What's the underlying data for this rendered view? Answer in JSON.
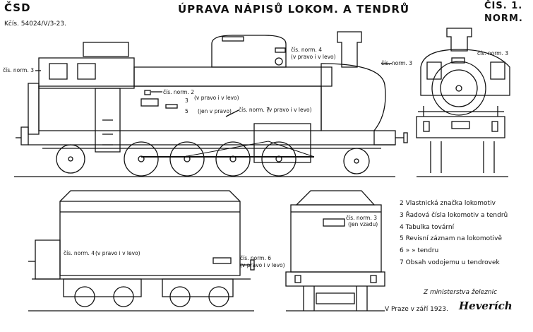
{
  "header": {
    "org": "ČSD",
    "ref": "Kčís. 54024/V/3-23.",
    "title": "ÚPRAVA NÁPISŮ LOKOM. A TENDRŮ",
    "sheet_line1": "ČIS. 1.",
    "sheet_line2": "NORM."
  },
  "locomotive_side": {
    "norm3_label": "čís. norm. 3",
    "norm4_label": "čís. norm. 4",
    "norm4_note": "(v pravo i v levo)",
    "norm2_label": "čís. norm. 2",
    "norm2_note": "(v pravo i v levo)",
    "mark3": "3",
    "mark5": "5",
    "mark5_note": "(jen v pravo)",
    "norm7_label": "čís. norm. 7",
    "norm7_note": "(v pravo i v levo)"
  },
  "locomotive_front": {
    "norm3_label": "čís. norm. 3"
  },
  "tender_side": {
    "norm4_label": "čís. norm. 4",
    "norm4_note": "(v pravo i v levo)",
    "norm6_label": "čís. norm. 6",
    "norm6_note": "(v pravo i v levo)"
  },
  "tender_rear": {
    "norm3_label": "čís. norm. 3",
    "norm3_note": "(jen vzadu)"
  },
  "legend": [
    "2 Vlastnická značka lokomotiv",
    "3 Řadová čísla lokomotiv a tendrů",
    "4 Tabulka tovární",
    "5 Revisní záznam na lokomotivě",
    "6      »        »     tendru",
    "7 Obsah vodojemu u tendrovek"
  ],
  "footer": {
    "ministry": "Z ministerstva železnic",
    "place_date": "V Praze v září 1923.",
    "signature": "Heverích"
  }
}
